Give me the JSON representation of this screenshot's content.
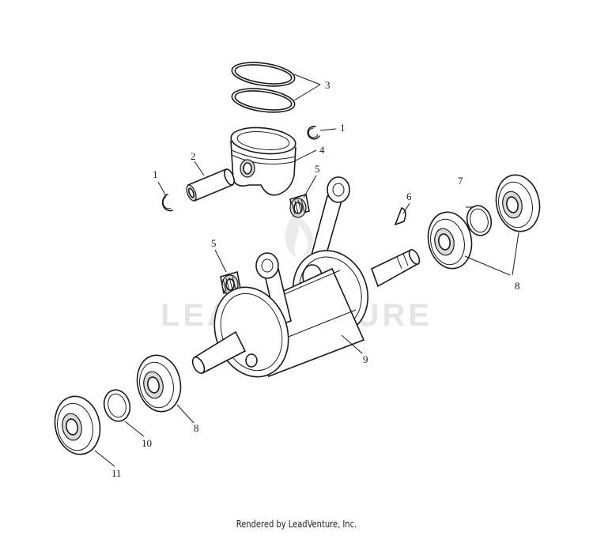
{
  "watermark": {
    "text": "LEADVENTURE",
    "logo": "flame-logo"
  },
  "callouts": [
    "1",
    "1",
    "2",
    "3",
    "4",
    "5",
    "5",
    "6",
    "7",
    "8",
    "8",
    "9",
    "10",
    "11"
  ],
  "footer": {
    "text": "Rendered by LeadVenture, Inc."
  }
}
